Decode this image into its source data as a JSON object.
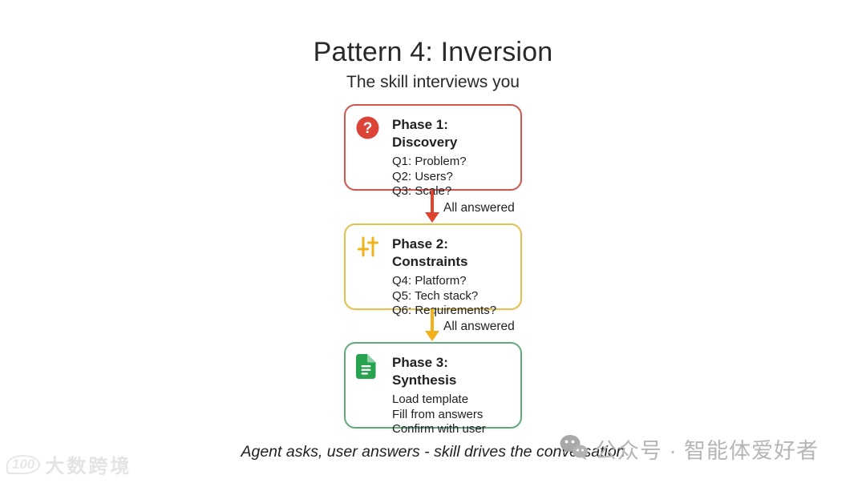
{
  "header": {
    "title": "Pattern 4: Inversion",
    "subtitle": "The skill interviews you"
  },
  "diagram": {
    "phases": [
      {
        "title": "Phase 1: Discovery",
        "icon": "help-icon",
        "border_color": "#cc584e",
        "icon_color": "#db4437",
        "lines": [
          "Q1: Problem?",
          "Q2: Users?",
          "Q3: Scale?"
        ]
      },
      {
        "title": "Phase 2: Constraints",
        "icon": "sliders-icon",
        "border_color": "#e2c14f",
        "icon_color": "#efb31b",
        "lines": [
          "Q4: Platform?",
          "Q5: Tech stack?",
          "Q6: Requirements?"
        ]
      },
      {
        "title": "Phase 3: Synthesis",
        "icon": "document-icon",
        "border_color": "#61aa7e",
        "icon_color": "#27a24e",
        "lines": [
          "Load template",
          "Fill from answers",
          "Confirm with user"
        ]
      }
    ],
    "arrows": [
      {
        "label": "All answered",
        "color": "#e0442f"
      },
      {
        "label": "All answered",
        "color": "#f2b119"
      }
    ]
  },
  "caption": "Agent asks, user answers - skill drives the conversation",
  "watermarks": {
    "right_label": "公众号 · 智能体爱好者",
    "left_logo": "100",
    "left_label": "大数跨境"
  },
  "colors": {
    "text": "#202124",
    "red": "#db4437",
    "yellow": "#efb31b",
    "green": "#27a24e",
    "watermark_grey": "#b6b6b6"
  }
}
